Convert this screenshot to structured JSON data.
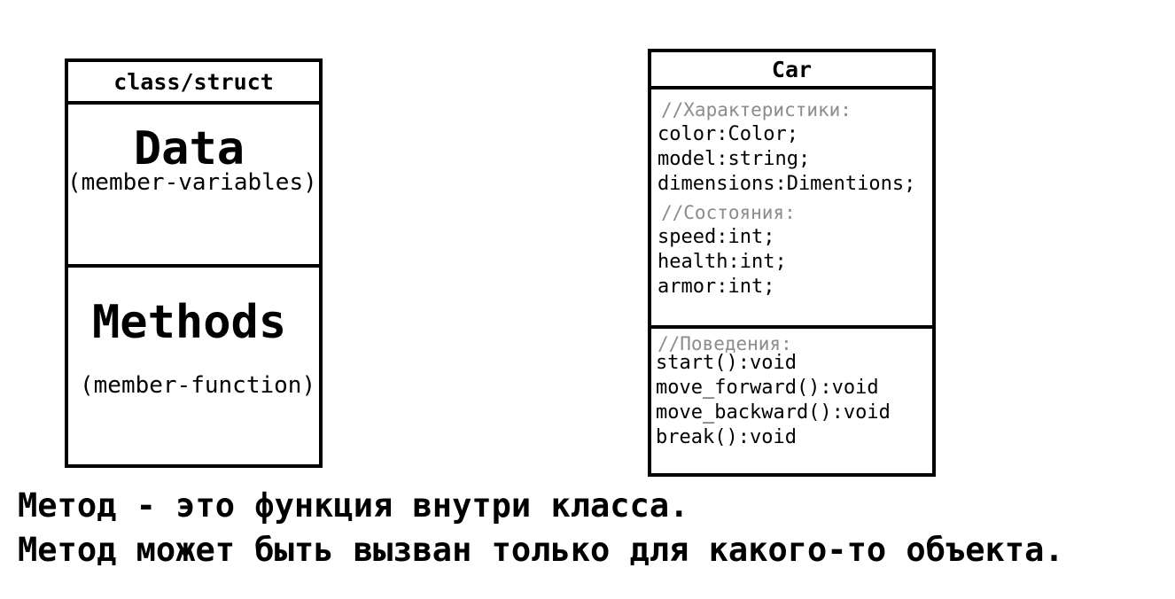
{
  "generic_class": {
    "title": "class/struct",
    "data_label": "Data",
    "data_sublabel": "(member-variables)",
    "methods_label": "Methods",
    "methods_sublabel": "(member-function)"
  },
  "car_class": {
    "title": "Car",
    "characteristics_comment": "//Характеристики:",
    "characteristics": [
      "color:Color;",
      "model:string;",
      "dimensions:Dimentions;"
    ],
    "states_comment": "//Состояния:",
    "states": [
      "speed:int;",
      "health:int;",
      "armor:int;"
    ],
    "behaviors_comment": "//Поведения:",
    "behaviors": [
      "start():void",
      "move_forward():void",
      "move_backward():void",
      "break():void"
    ]
  },
  "caption": {
    "line1": "Метод - это функция внутри класса.",
    "line2": "Метод может быть вызван только для какого-то объекта."
  },
  "colors": {
    "border": "#000000",
    "comment": "#8c8c8c",
    "background": "#ffffff"
  }
}
